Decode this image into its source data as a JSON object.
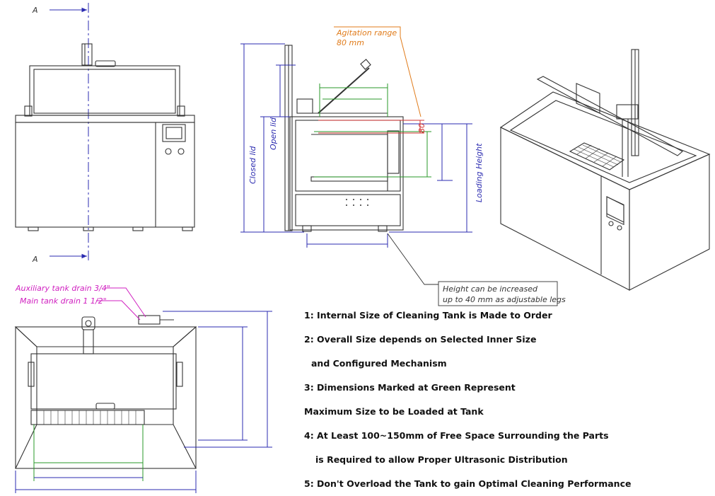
{
  "section_marks": {
    "top": "A",
    "bottom": "A"
  },
  "side_view": {
    "agitation_range": "Agitation range",
    "agitation_value": "80 mm",
    "agitation_tick": "80",
    "closed_lid": "Closed lid",
    "open_lid": "Open lid",
    "loading_height": "Loading Height",
    "height_note_line1": "Height can be increased",
    "height_note_line2": "up to 40 mm as adjustable legs"
  },
  "plan_view": {
    "aux_drain": "Auxiliary tank drain 3/4\"",
    "main_drain": "Main tank drain 1 1/2\""
  },
  "notes": [
    "1: Internal Size of Cleaning Tank is Made to Order",
    "2: Overall Size depends on Selected Inner Size",
    "and Configured Mechanism",
    "3: Dimensions Marked at Green Represent",
    "Maximum Size to be Loaded at Tank",
    "4: At Least 100~150mm of Free Space Surrounding the Parts",
    "is Required to allow Proper Ultrasonic Distribution",
    "5: Don't Overload the Tank to gain Optimal Cleaning Performance"
  ],
  "colors": {
    "line": "#333333",
    "dim_blue": "#2b2bb0",
    "dim_green": "#2a9a2a",
    "orange": "#e07b1a",
    "magenta": "#d020c0",
    "red": "#d03030"
  }
}
